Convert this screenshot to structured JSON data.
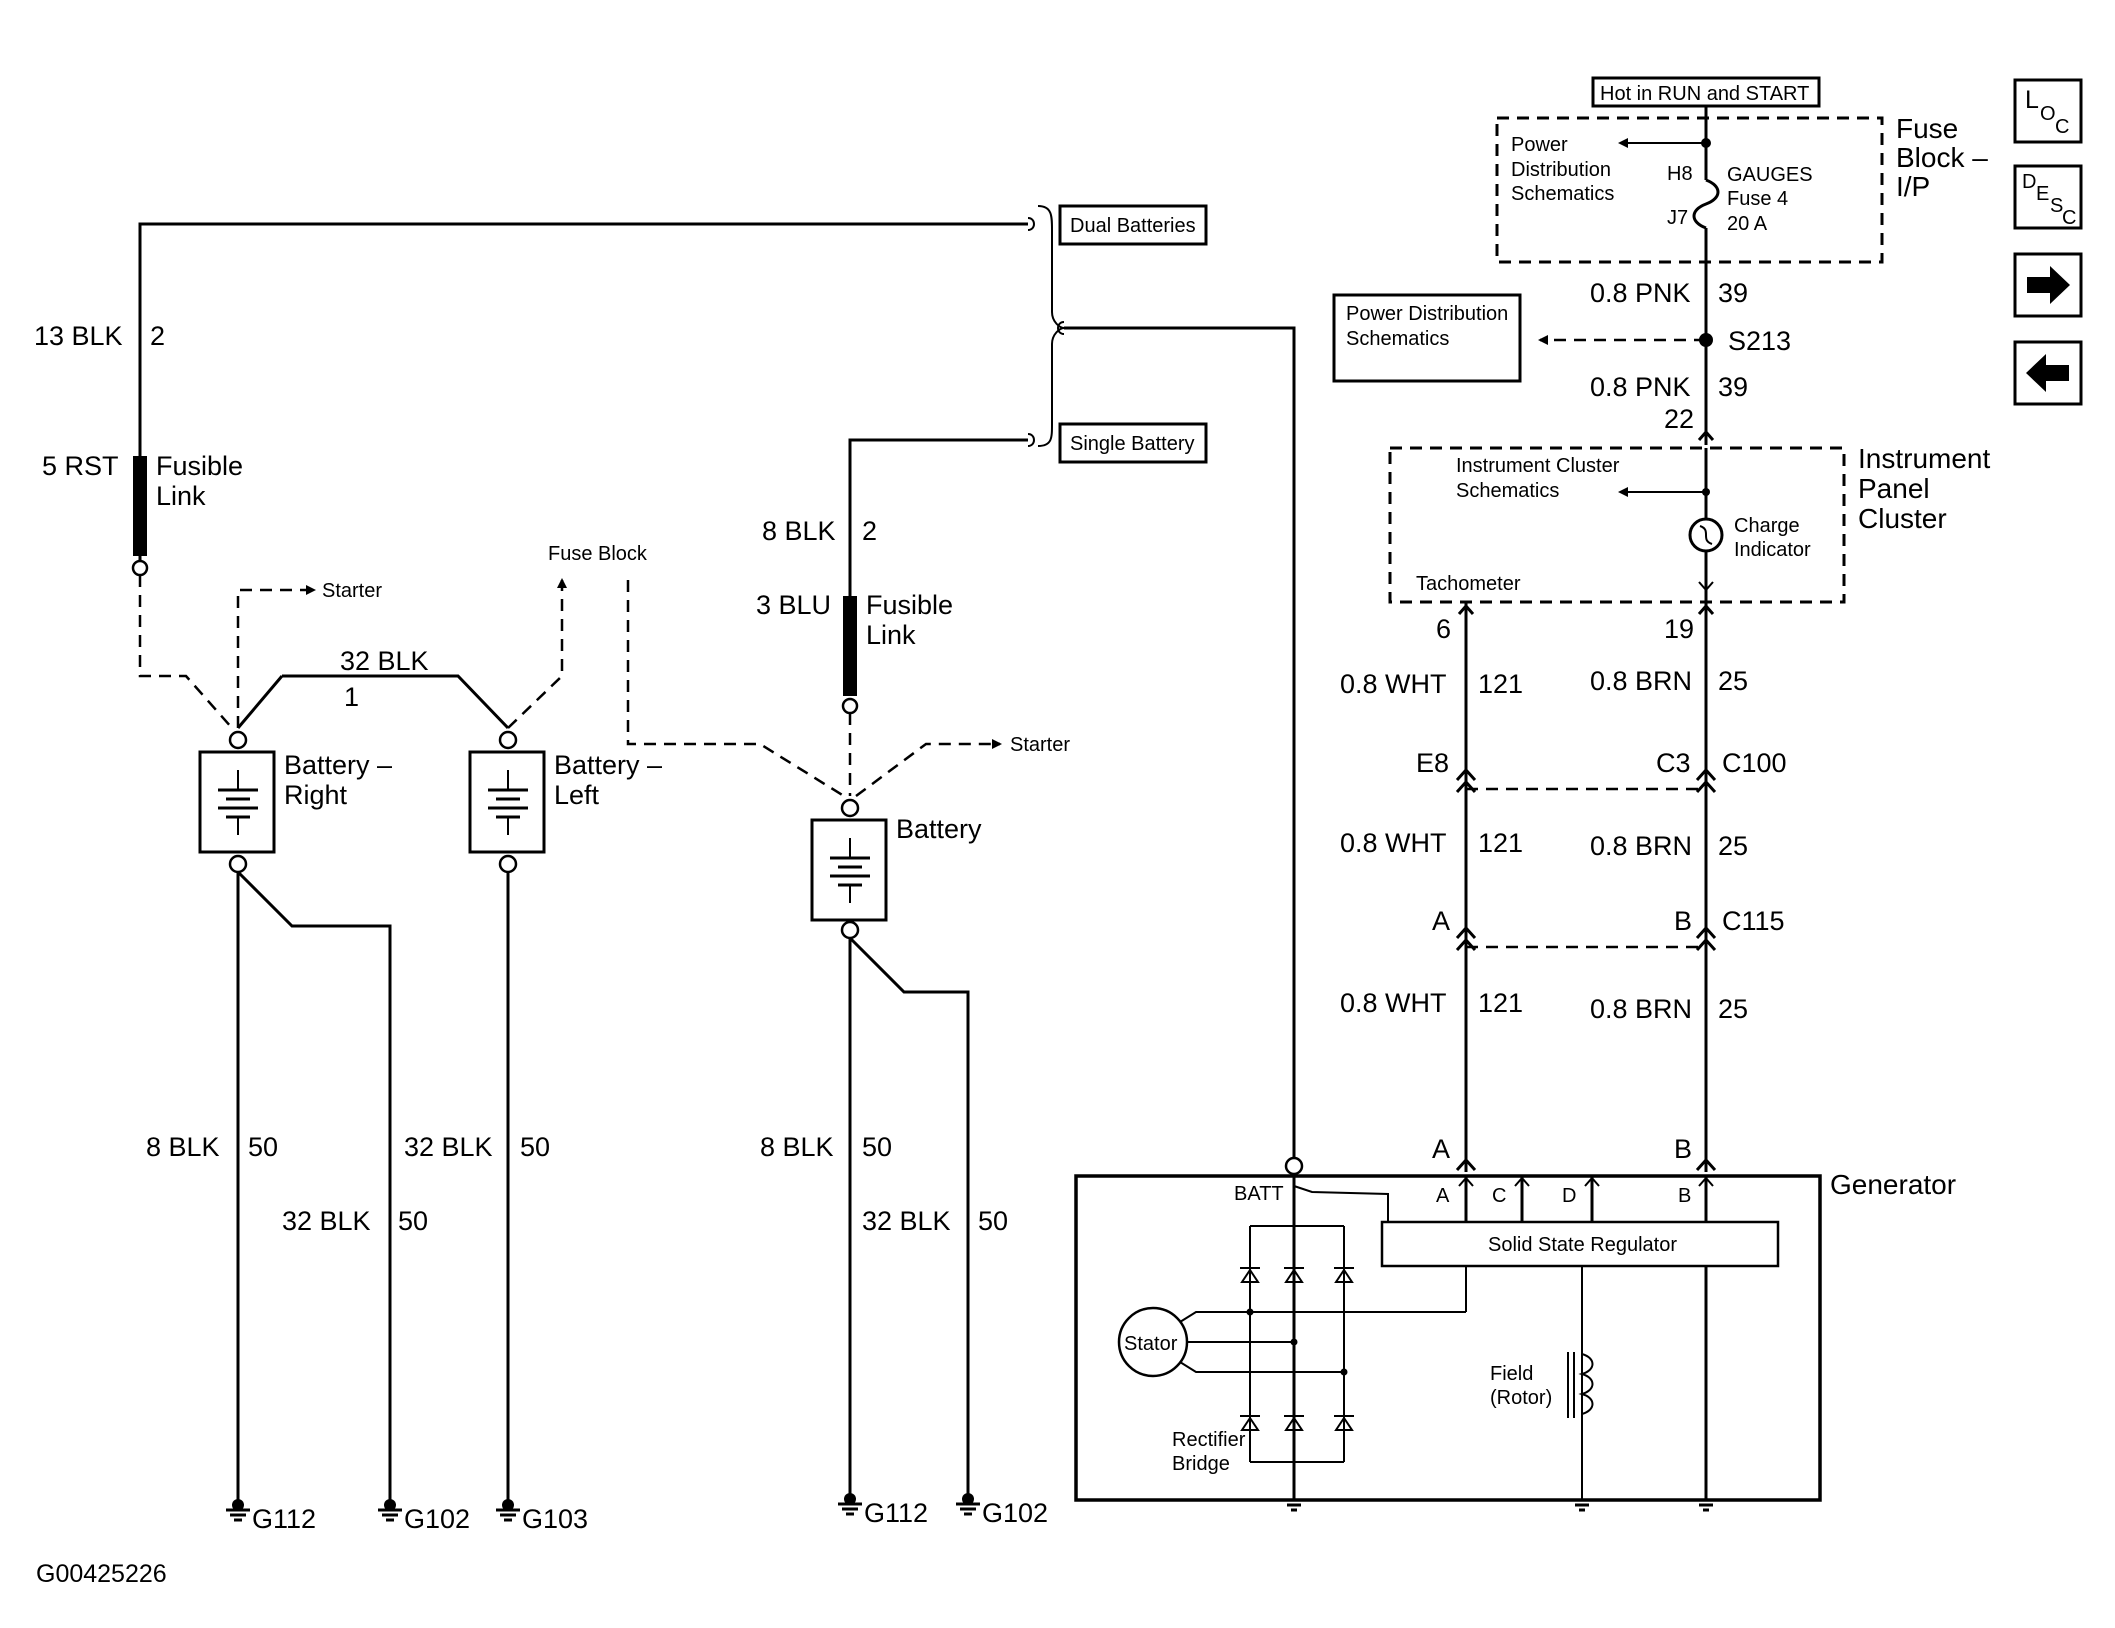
{
  "header": {
    "hot_in_run": "Hot in RUN and START"
  },
  "fuse_block": {
    "title_1": "Fuse",
    "title_2": "Block –",
    "title_3": "I/P",
    "pd_1": "Power",
    "pd_2": "Distribution",
    "pd_3": "Schematics",
    "h8": "H8",
    "j7": "J7",
    "fuse_name": "GAUGES",
    "fuse_num": "Fuse 4",
    "fuse_amp": "20 A"
  },
  "nav_buttons": {
    "loc_1": "L",
    "loc_2": "O",
    "loc_3": "C",
    "desc_1": "D",
    "desc_2": "E",
    "desc_3": "S",
    "desc_4": "C"
  },
  "right_circuit": {
    "pnk_1": "0.8 PNK",
    "pnk_1_num": "39",
    "splice": "S213",
    "pds_box_1": "Power Distribution",
    "pds_box_2": "Schematics",
    "pnk_2": "0.8 PNK",
    "pnk_2_num": "39",
    "pin_22": "22",
    "ipc_1": "Instrument",
    "ipc_2": "Panel",
    "ipc_3": "Cluster",
    "ics_1": "Instrument Cluster",
    "ics_2": "Schematics",
    "charge_1": "Charge",
    "charge_2": "Indicator",
    "tach": "Tachometer",
    "pin_6": "6",
    "pin_19": "19",
    "wht_1": "0.8 WHT",
    "wht_1_num": "121",
    "brn_1": "0.8 BRN",
    "brn_1_num": "25",
    "e8": "E8",
    "c3": "C3",
    "c100": "C100",
    "wht_2": "0.8 WHT",
    "wht_2_num": "121",
    "brn_2": "0.8 BRN",
    "brn_2_num": "25",
    "pin_a1": "A",
    "pin_b1": "B",
    "c115": "C115",
    "wht_3": "0.8 WHT",
    "wht_3_num": "121",
    "brn_3": "0.8 BRN",
    "brn_3_num": "25",
    "pin_a2": "A",
    "pin_b2": "B"
  },
  "generator": {
    "title": "Generator",
    "batt": "BATT",
    "term_a": "A",
    "term_c": "C",
    "term_d": "D",
    "term_b": "B",
    "regulator": "Solid State Regulator",
    "stator": "Stator",
    "field_1": "Field",
    "field_2": "(Rotor)",
    "rect_1": "Rectifier",
    "rect_2": "Bridge"
  },
  "left_circuit": {
    "dual_batteries": "Dual Batteries",
    "single_battery": "Single Battery",
    "blk13": "13 BLK",
    "blk13_num": "2",
    "rst5": "5 RST",
    "fusible_1": "Fusible",
    "link_1": "Link",
    "starter_1": "Starter",
    "fuse_block_ref": "Fuse Block",
    "blk32_top": "32 BLK",
    "blk32_top_num": "1",
    "batt_right_1": "Battery –",
    "batt_right_2": "Right",
    "batt_left_1": "Battery –",
    "batt_left_2": "Left",
    "blk8_2": "8 BLK",
    "blk8_2_num": "2",
    "blu3": "3 BLU",
    "fusible_2": "Fusible",
    "link_2": "Link",
    "starter_2": "Starter",
    "battery": "Battery",
    "gl_blk8": "8 BLK",
    "gl_blk8_num": "50",
    "gl_blk32a": "32 BLK",
    "gl_blk32a_num": "50",
    "gl_blk32b": "32 BLK",
    "gl_blk32b_num": "50",
    "gs_blk8": "8 BLK",
    "gs_blk8_num": "50",
    "gs_blk32": "32 BLK",
    "gs_blk32_num": "50",
    "g112a": "G112",
    "g102a": "G102",
    "g103": "G103",
    "g112b": "G112",
    "g102b": "G102"
  },
  "footer": {
    "figure_id": "G00425226"
  }
}
